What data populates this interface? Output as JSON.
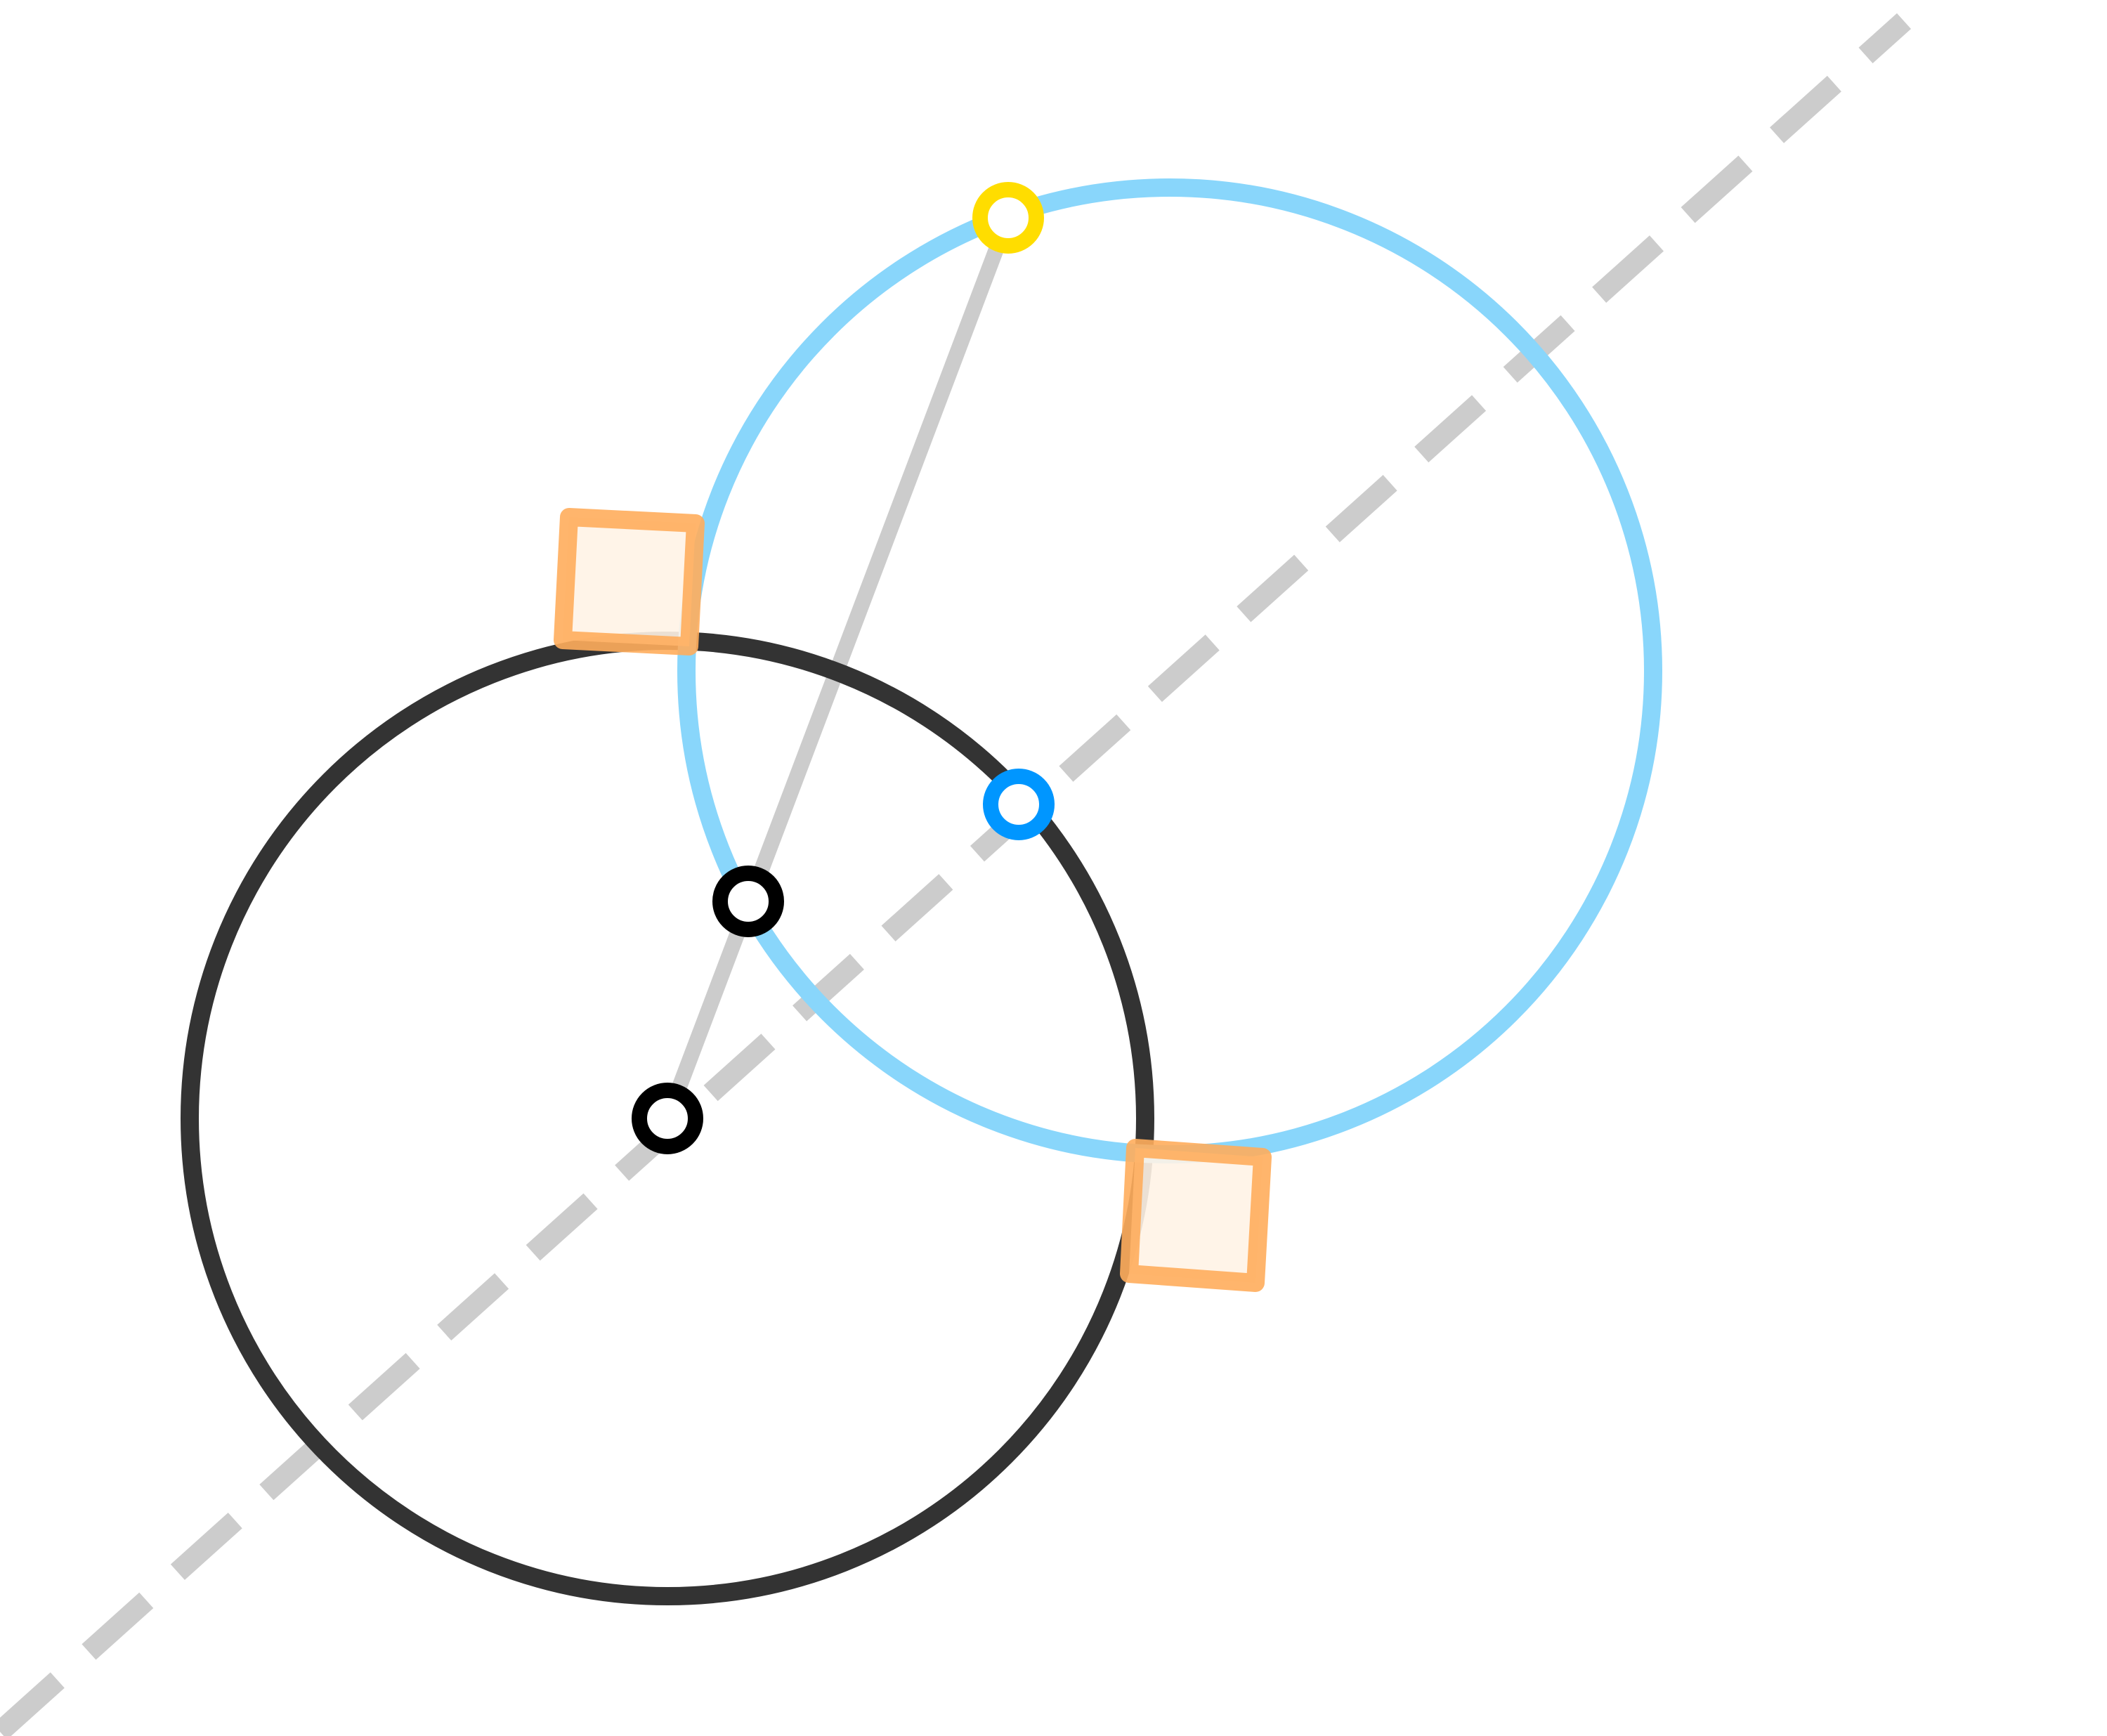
{
  "diagram": {
    "description_free": true,
    "elements": [
      {
        "name": "dashed-line",
        "kind": "line",
        "style": "dashed",
        "color": "#cccccc"
      },
      {
        "name": "chord-segment",
        "kind": "segment",
        "color": "#cccccc"
      },
      {
        "name": "black-circle",
        "kind": "circle",
        "color": "#333333"
      },
      {
        "name": "blue-circle",
        "kind": "circle",
        "color": "#89d6fb"
      },
      {
        "name": "upper-right-angle-marker",
        "kind": "square",
        "fill": "#fff3e6",
        "stroke": "#ffad5c"
      },
      {
        "name": "lower-right-angle-marker",
        "kind": "square",
        "fill": "#fff3e6",
        "stroke": "#ffad5c"
      },
      {
        "name": "black-circle-center-point",
        "kind": "point",
        "stroke": "#000000"
      },
      {
        "name": "inner-intersection-point",
        "kind": "point",
        "stroke": "#000000"
      },
      {
        "name": "blue-point",
        "kind": "point",
        "stroke": "#0096ff"
      },
      {
        "name": "yellow-point",
        "kind": "point",
        "stroke": "#ffdd00"
      }
    ]
  },
  "colors": {
    "background": "#ffffff",
    "line_gray": "#cccccc",
    "black_circle": "#333333",
    "blue_circle": "#89d6fb",
    "marker_fill": "#fff3e6",
    "marker_stroke": "#ffad5c",
    "point_black": "#000000",
    "point_blue": "#0096ff",
    "point_yellow": "#ffdd00",
    "point_fill": "#ffffff"
  }
}
